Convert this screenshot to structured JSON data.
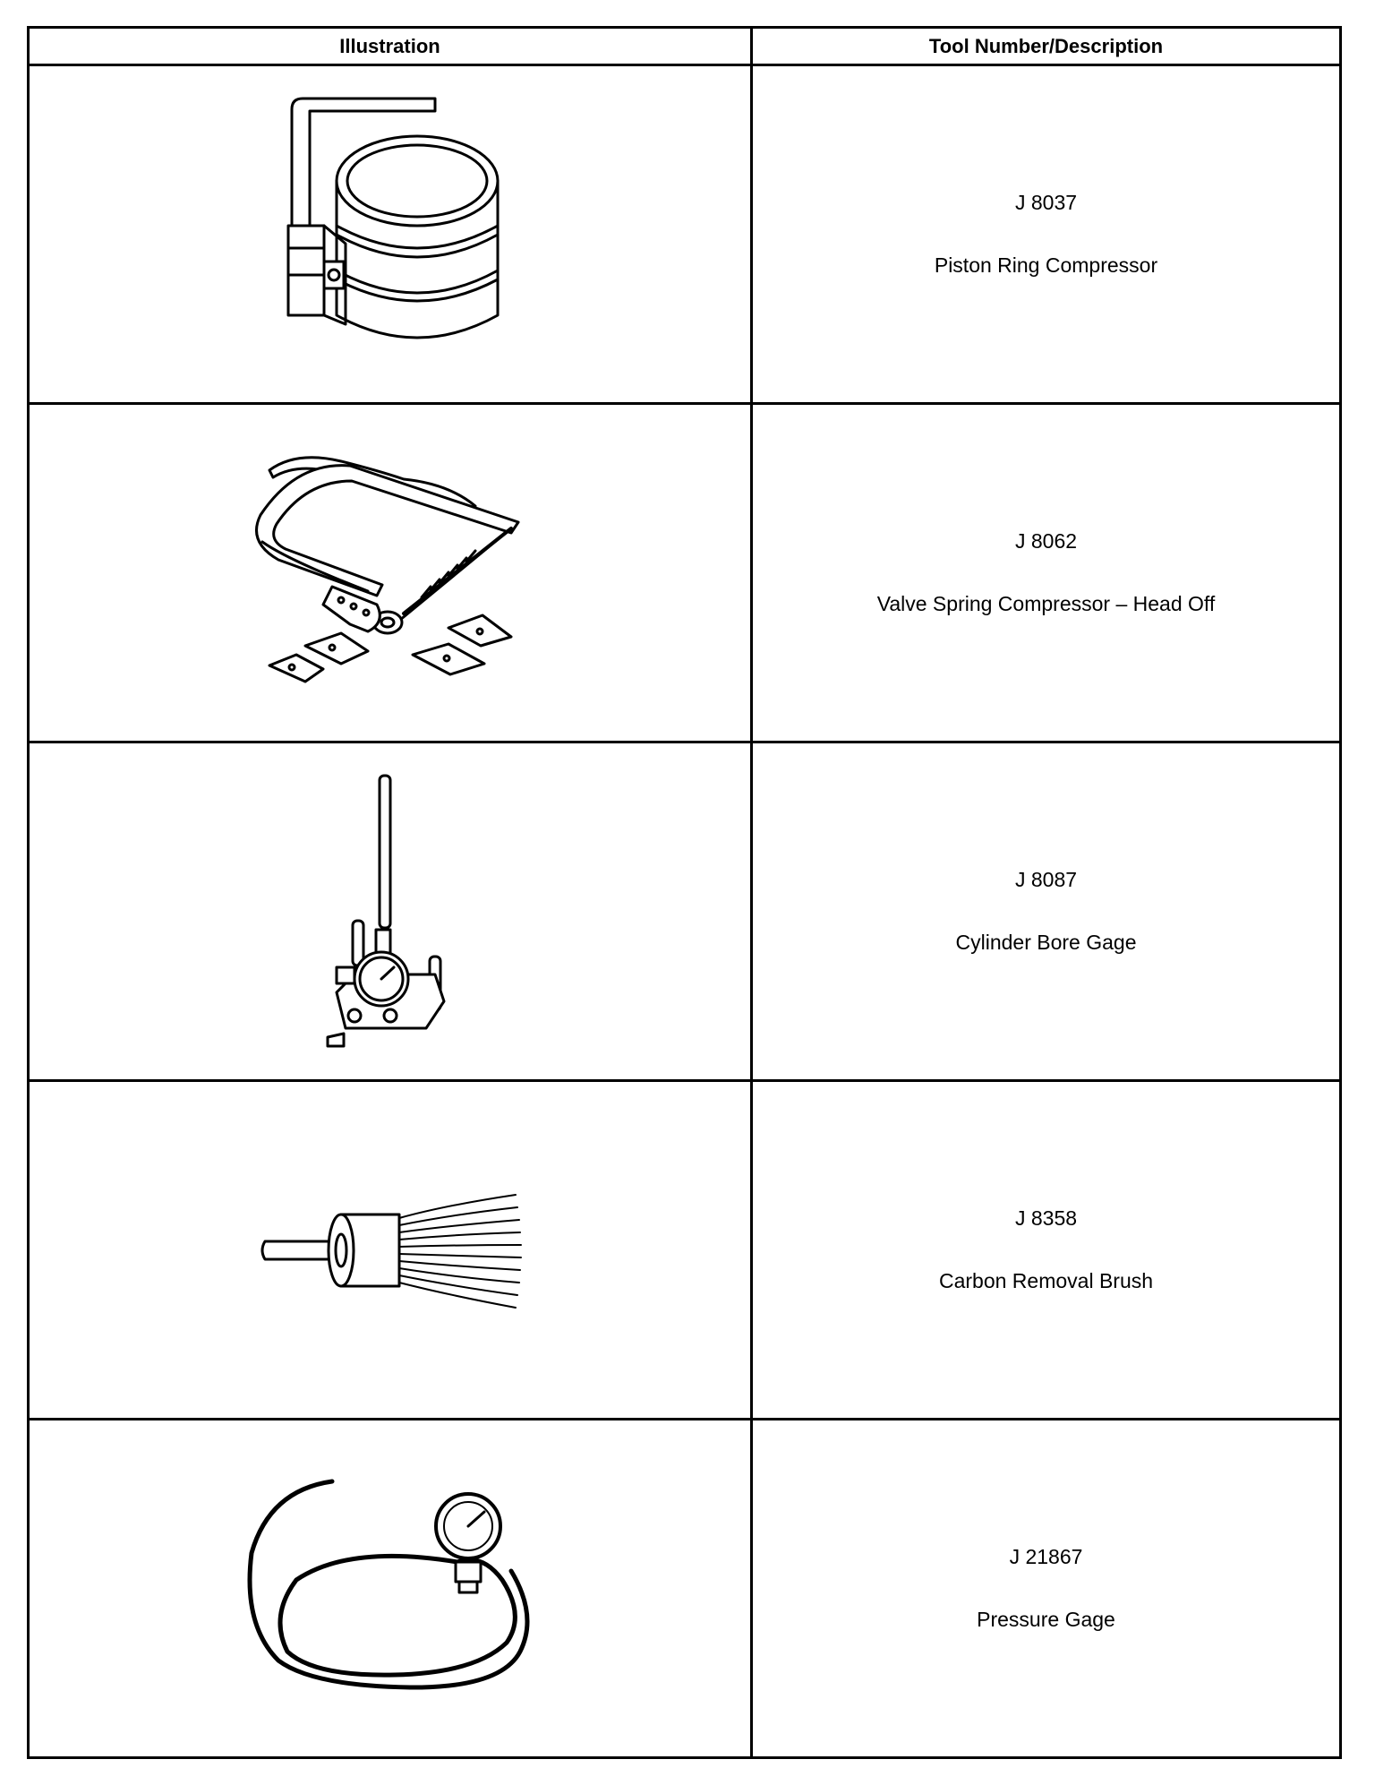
{
  "table": {
    "headers": {
      "illustration": "Illustration",
      "tool": "Tool Number/Description"
    },
    "rows": [
      {
        "number": "J 8037",
        "description": "Piston Ring Compressor",
        "icon": "piston-ring-compressor-icon"
      },
      {
        "number": "J 8062",
        "description": "Valve Spring Compressor – Head Off",
        "icon": "valve-spring-compressor-icon"
      },
      {
        "number": "J 8087",
        "description": "Cylinder Bore Gage",
        "icon": "cylinder-bore-gage-icon"
      },
      {
        "number": "J 8358",
        "description": "Carbon Removal Brush",
        "icon": "carbon-removal-brush-icon"
      },
      {
        "number": "J 21867",
        "description": "Pressure Gage",
        "icon": "pressure-gage-icon"
      }
    ]
  }
}
